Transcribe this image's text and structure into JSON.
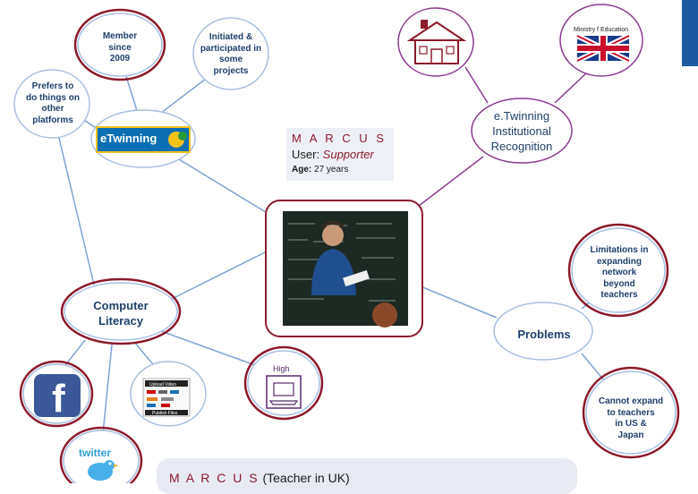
{
  "nodes": {
    "member": [
      "Member",
      "since",
      "2009"
    ],
    "initiated": [
      "Initiated &",
      "participated in",
      "some",
      "projects"
    ],
    "prefers": [
      "Prefers to",
      "do things on",
      "other",
      "platforms"
    ],
    "recognition": [
      "e.Twinning",
      "Institutional",
      "Recognition"
    ],
    "limitations": [
      "Limitations in",
      "expanding",
      "network",
      "beyond",
      "teachers"
    ],
    "computer": [
      "Computer",
      "Literacy"
    ],
    "problems": "Problems",
    "cannot": [
      "Cannot expand",
      "to teachers",
      "in US &",
      "Japan"
    ],
    "high": "High"
  },
  "logos": {
    "etwinning": "eTwinning",
    "ministry": "Ministry f Education",
    "facebook": "f",
    "twitter": "twitter",
    "upload_video": "Upload Video",
    "publish_files": "Publish Files",
    "schoolhouse": "School"
  },
  "profile": {
    "name": "M A R C U S",
    "role_prefix": "User: ",
    "role": "Supporter",
    "age_label": "Age:",
    "age_value": " 27 years"
  },
  "bottom_panel": {
    "name": "M A R C U S",
    "suffix": " (Teacher in UK)"
  },
  "colors": {
    "bubble_border": "#a8bfe0",
    "highlight_ring": "#8b1a2b",
    "purple_line": "#8a3b8f",
    "blue_line": "#7ea3d4",
    "text": "#1f3f6b"
  }
}
